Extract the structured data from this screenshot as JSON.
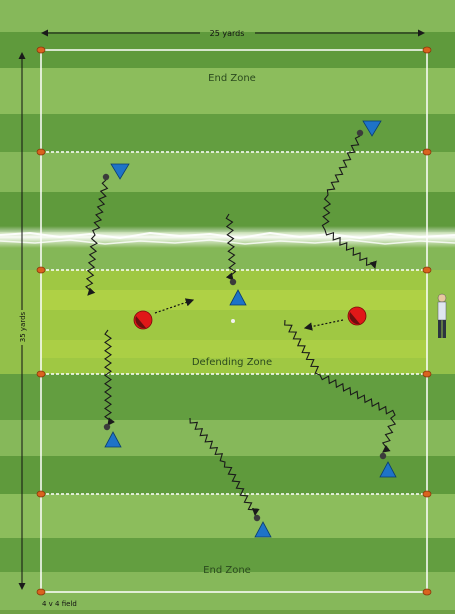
{
  "width_label": "25 yards",
  "length_label": "35 yards",
  "field_caption": "4 v 4 field",
  "zones": {
    "top": "End Zone",
    "middle": "Defending Zone",
    "bottom": "End Zone"
  },
  "colors": {
    "attacker": "#1e73c8",
    "defender": "#e01818",
    "ball": "#3b3b3b",
    "cone": "#d9631e",
    "line": "#ffffff",
    "grass_light": "#86b85a",
    "grass_dark": "#5f9a3c",
    "zone_highlight": "#b4d23c"
  },
  "players": {
    "attackers": 6,
    "defenders": 2
  }
}
